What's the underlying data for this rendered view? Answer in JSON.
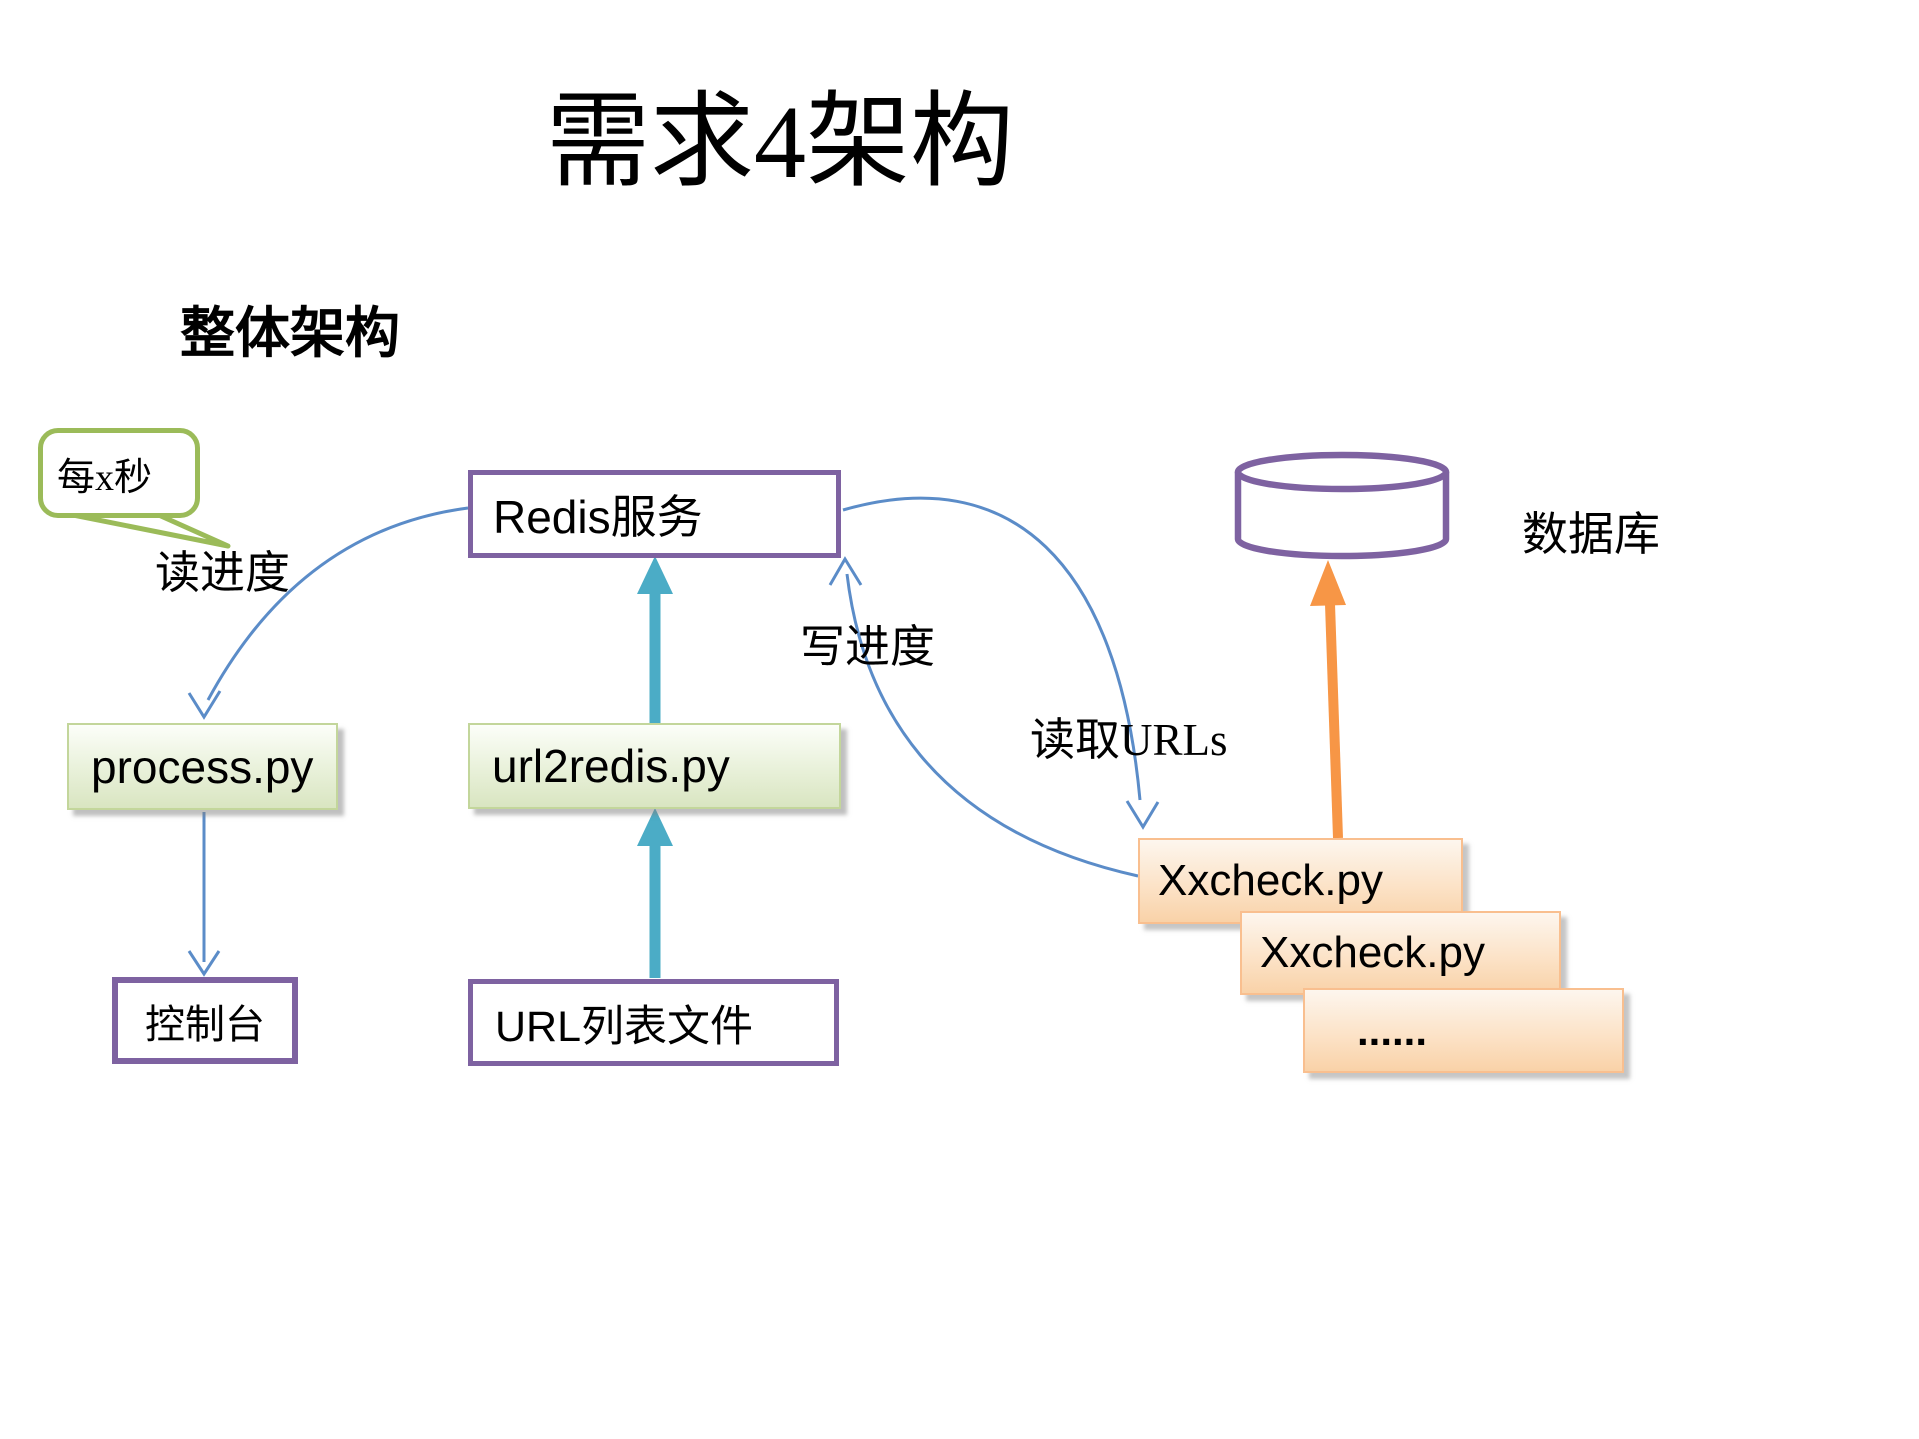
{
  "slide": {
    "title": "需求4架构",
    "subtitle": "整体架构"
  },
  "nodes": {
    "callout": {
      "label": "每x秒"
    },
    "redis": {
      "label": "Redis服务"
    },
    "database": {
      "label": "数据库"
    },
    "process": {
      "label": "process.py"
    },
    "url2redis": {
      "label": "url2redis.py"
    },
    "console": {
      "label": "控制台"
    },
    "url_list": {
      "label": "URL列表文件"
    },
    "xxcheck1": {
      "label": "Xxcheck.py"
    },
    "xxcheck2": {
      "label": "Xxcheck.py"
    },
    "xxcheck3": {
      "label": "......"
    }
  },
  "edge_labels": {
    "read_progress": "读进度",
    "write_progress": "写进度",
    "read_urls": "读取URLs"
  },
  "colors": {
    "purple_outline": "#7e62a1",
    "callout_green": "#9bbb59",
    "green_box_border": "#c3d69b",
    "orange_box_border": "#f9bf8f",
    "arrow_blue": "#5b8cc8",
    "arrow_teal": "#4bacc6",
    "arrow_orange": "#f79646"
  }
}
